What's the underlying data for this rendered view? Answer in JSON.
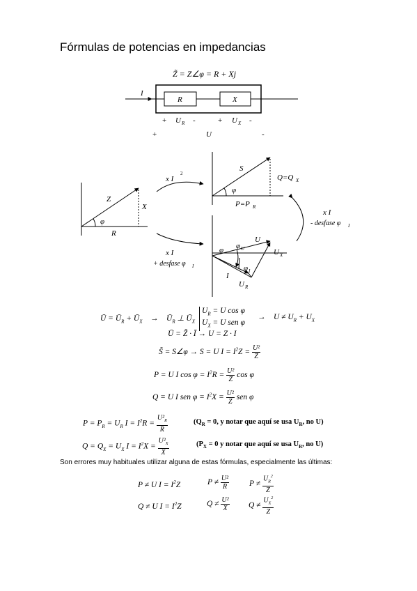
{
  "title": "Fórmulas de potencias en impedancias",
  "circuit": {
    "impedance_eq": "Z̃ = Z∠φ = R + Xj",
    "current": "I",
    "resistor": "R",
    "reactance": "X",
    "ur_plus": "+",
    "ur": "U",
    "ur_sub": "R",
    "ur_minus": "-",
    "ux_plus": "+",
    "ux": "U",
    "ux_sub": "X",
    "ux_minus": "-",
    "u_plus": "+",
    "u": "U",
    "u_minus": "-"
  },
  "diagram": {
    "z_label": "Z",
    "x_label": "X",
    "r_label": "R",
    "phi": "φ",
    "arrow1_label": "x I",
    "arrow1_exp": "2",
    "arrow2_label": "x I",
    "arrow2_sub": "+ desfase φ",
    "arrow2_sub_i": "I",
    "arrow3_label": "x I",
    "arrow3_sub": "- desfase φ",
    "arrow3_sub_i": "I",
    "s_label": "S",
    "q_label": "Q=Q",
    "q_sub": "X",
    "p_label": "P=P",
    "p_sub": "R",
    "u_label": "U",
    "ux_label": "U",
    "ux_sub": "X",
    "ur_label": "U",
    "ur_sub": "R",
    "i_label": "I",
    "phiu_label": "φ",
    "phiu_sub": "U",
    "phii_label": "φ",
    "phii_sub": "I"
  },
  "formulas": {
    "f1a": "Ū = Ū",
    "f1b": "R",
    "f1c": " + Ū",
    "f1d": "X",
    "f1_arrow": "→",
    "f1e": "Ū",
    "f1f": "R",
    "f1g": " ⊥ Ū",
    "f1h": "X",
    "f1_sys1": "U",
    "f1_sys1_sub": "R",
    "f1_sys1_rest": " = U cos φ",
    "f1_sys2": "U",
    "f1_sys2_sub": "X",
    "f1_sys2_rest": " = U sen φ",
    "f1_arrow2": "→",
    "f1_ineq": "U ≠ U",
    "f1_ineq_s1": "R",
    "f1_ineq_mid": " + U",
    "f1_ineq_s2": "X",
    "f2": "Ū = Z̃ · Ī    →    U = Z · I",
    "f3a": "S̃ = S∠φ   →   S = U  I = I",
    "f3_exp": "2",
    "f3b": "Z = ",
    "f3_num": "U²",
    "f3_den": "Z",
    "f4a": "P = U I cos φ = I",
    "f4_exp": "2",
    "f4b": "R = ",
    "f4_num": "U²",
    "f4_den": "Z",
    "f4c": "cos φ",
    "f5a": "Q = U I sen φ = I",
    "f5_exp": "2",
    "f5b": "X = ",
    "f5_num": "U²",
    "f5_den": "Z",
    "f5c": "sen φ",
    "f6a": "P = P",
    "f6_s1": "R",
    "f6b": " = U",
    "f6_s2": "R",
    "f6c": " I = I",
    "f6_exp": "2",
    "f6d": "R = ",
    "f6_num": "U²",
    "f6_num_sub": "R",
    "f6_den": "R",
    "f6_note": "(Q",
    "f6_note_sub": "R",
    "f6_note_rest": " = 0, y notar que aquí se usa U",
    "f6_note_sub2": "R",
    "f6_note_end": ", no U)",
    "f7a": "Q = Q",
    "f7_s1": "X",
    "f7b": " = U",
    "f7_s2": "X",
    "f7c": " I = I",
    "f7_exp": "2",
    "f7d": "X = ",
    "f7_num": "U²",
    "f7_num_sub": "X",
    "f7_den": "X",
    "f7_note": "(P",
    "f7_note_sub": "X",
    "f7_note_rest": " = 0 y notar que aquí se usa U",
    "f7_note_sub2": "R",
    "f7_note_end": ", no U)"
  },
  "note": "Son errores muy habituales utilizar alguna de estas fórmulas, especialmente las últimas:",
  "errors": {
    "e1": "P ≠ U I = I",
    "e1_exp": "2",
    "e1b": "Z",
    "e2": "P ≠ ",
    "e2_num": "U²",
    "e2_den": "R",
    "e3": "P ≠ ",
    "e3_num": "U",
    "e3_num_sub": "R",
    "e3_num_exp": "2",
    "e3_den": "Z",
    "e4": "Q ≠ U I = I",
    "e4_exp": "2",
    "e4b": "Z",
    "e5": "Q ≠ ",
    "e5_num": "U²",
    "e5_den": "X",
    "e6": "Q ≠ ",
    "e6_num": "U",
    "e6_num_sub": "X",
    "e6_num_exp": "2",
    "e6_den": "Z"
  }
}
